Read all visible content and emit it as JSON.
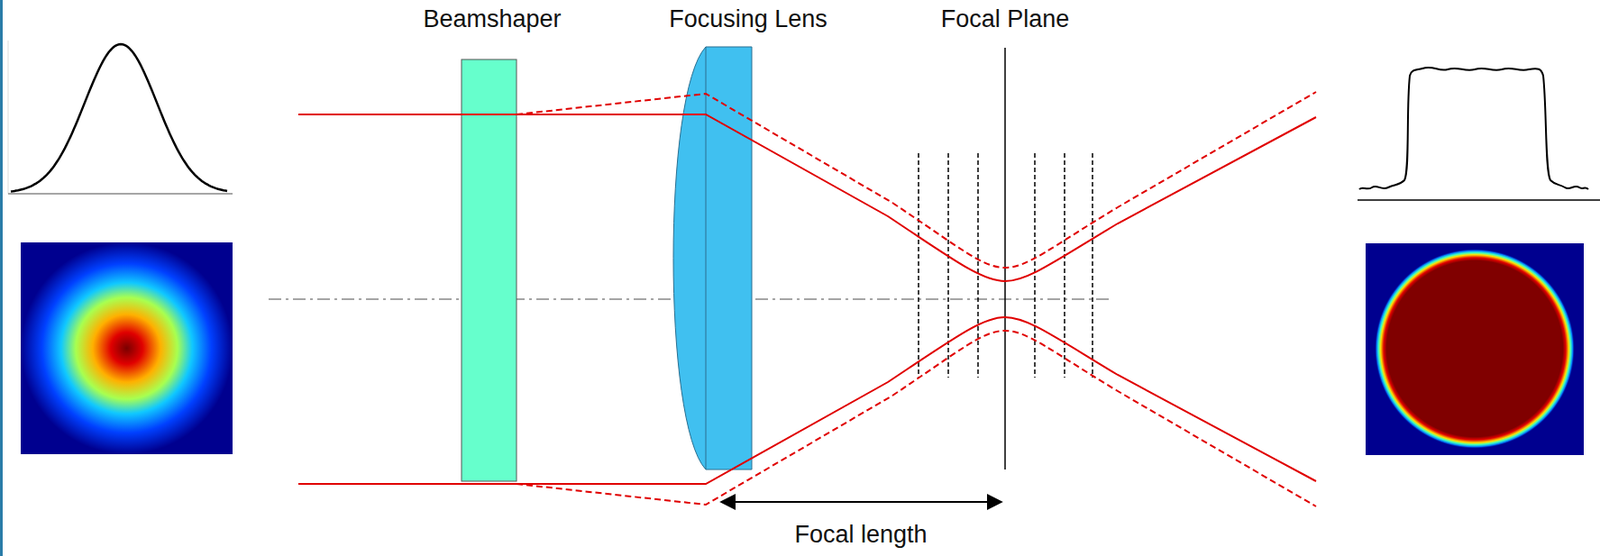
{
  "diagram": {
    "labels": [
      "Beamshaper",
      "Focusing Lens",
      "Focal Plane",
      "Focal length"
    ]
  }
}
